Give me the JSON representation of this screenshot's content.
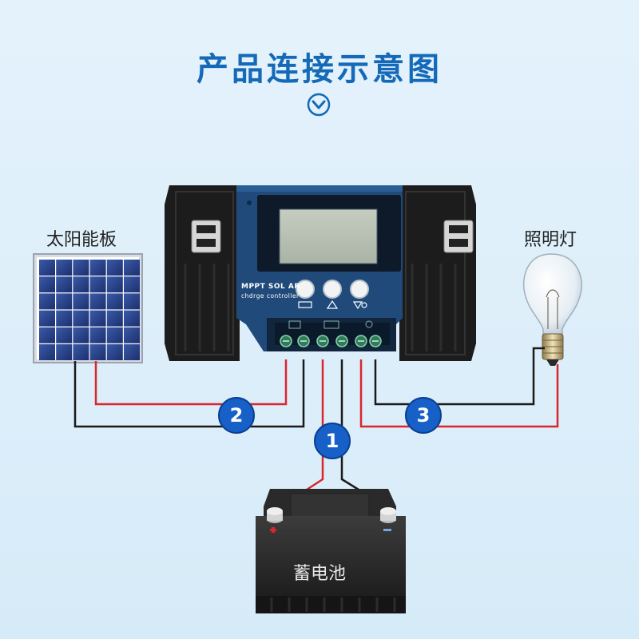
{
  "header": {
    "title": "产品连接示意图"
  },
  "labels": {
    "solar_panel": "太阳能板",
    "lamp": "照明灯",
    "battery": "蓄电池"
  },
  "controller": {
    "line1": "MPPT SOL AR",
    "line2": "chdrge controller"
  },
  "steps": [
    "1",
    "2",
    "3"
  ],
  "colors": {
    "title": "#1469b8",
    "controller_blue": "#1f4a7a",
    "positive_wire": "#d9262c",
    "negative_wire": "#1a1a1a",
    "badge": "#1660c8"
  }
}
